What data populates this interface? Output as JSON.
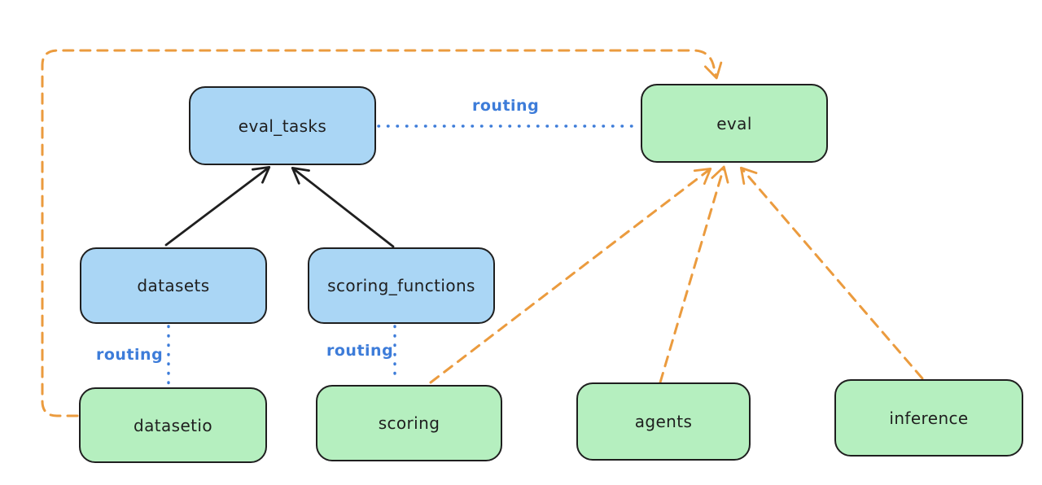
{
  "diagram": {
    "background_color": "#ffffff",
    "colors": {
      "node_fill_blue": "#aad6f5",
      "node_fill_green": "#b5efbf",
      "node_border": "#1f1f1f",
      "solid_arrow": "#1f1f1f",
      "dashed_arrow_orange": "#eb9b3e",
      "routing_blue": "#3d7cd9"
    },
    "nodes": [
      {
        "id": "eval_tasks",
        "label": "eval_tasks",
        "color": "blue"
      },
      {
        "id": "eval",
        "label": "eval",
        "color": "green"
      },
      {
        "id": "datasets",
        "label": "datasets",
        "color": "blue"
      },
      {
        "id": "scoring_functions",
        "label": "scoring_functions",
        "color": "blue"
      },
      {
        "id": "datasetio",
        "label": "datasetio",
        "color": "green"
      },
      {
        "id": "scoring",
        "label": "scoring",
        "color": "green"
      },
      {
        "id": "agents",
        "label": "agents",
        "color": "green"
      },
      {
        "id": "inference",
        "label": "inference",
        "color": "green"
      }
    ],
    "edge_labels": [
      {
        "id": "routing-eval-tasks-eval",
        "label": "routing"
      },
      {
        "id": "routing-datasets-datasetio",
        "label": "routing"
      },
      {
        "id": "routing-scoring-functions-scoring",
        "label": "routing"
      }
    ],
    "edges": [
      {
        "from": "datasets",
        "to": "eval_tasks",
        "style": "solid-black-arrow"
      },
      {
        "from": "scoring_functions",
        "to": "eval_tasks",
        "style": "solid-black-arrow"
      },
      {
        "from": "eval_tasks",
        "to": "eval",
        "style": "dotted-blue",
        "label": "routing"
      },
      {
        "from": "datasets",
        "to": "datasetio",
        "style": "dotted-blue",
        "label": "routing"
      },
      {
        "from": "scoring_functions",
        "to": "scoring",
        "style": "dotted-blue",
        "label": "routing"
      },
      {
        "from": "datasetio",
        "to": "eval",
        "style": "dashed-orange-arrow"
      },
      {
        "from": "scoring",
        "to": "eval",
        "style": "dashed-orange-arrow"
      },
      {
        "from": "agents",
        "to": "eval",
        "style": "dashed-orange-arrow"
      },
      {
        "from": "inference",
        "to": "eval",
        "style": "dashed-orange-arrow"
      }
    ]
  }
}
